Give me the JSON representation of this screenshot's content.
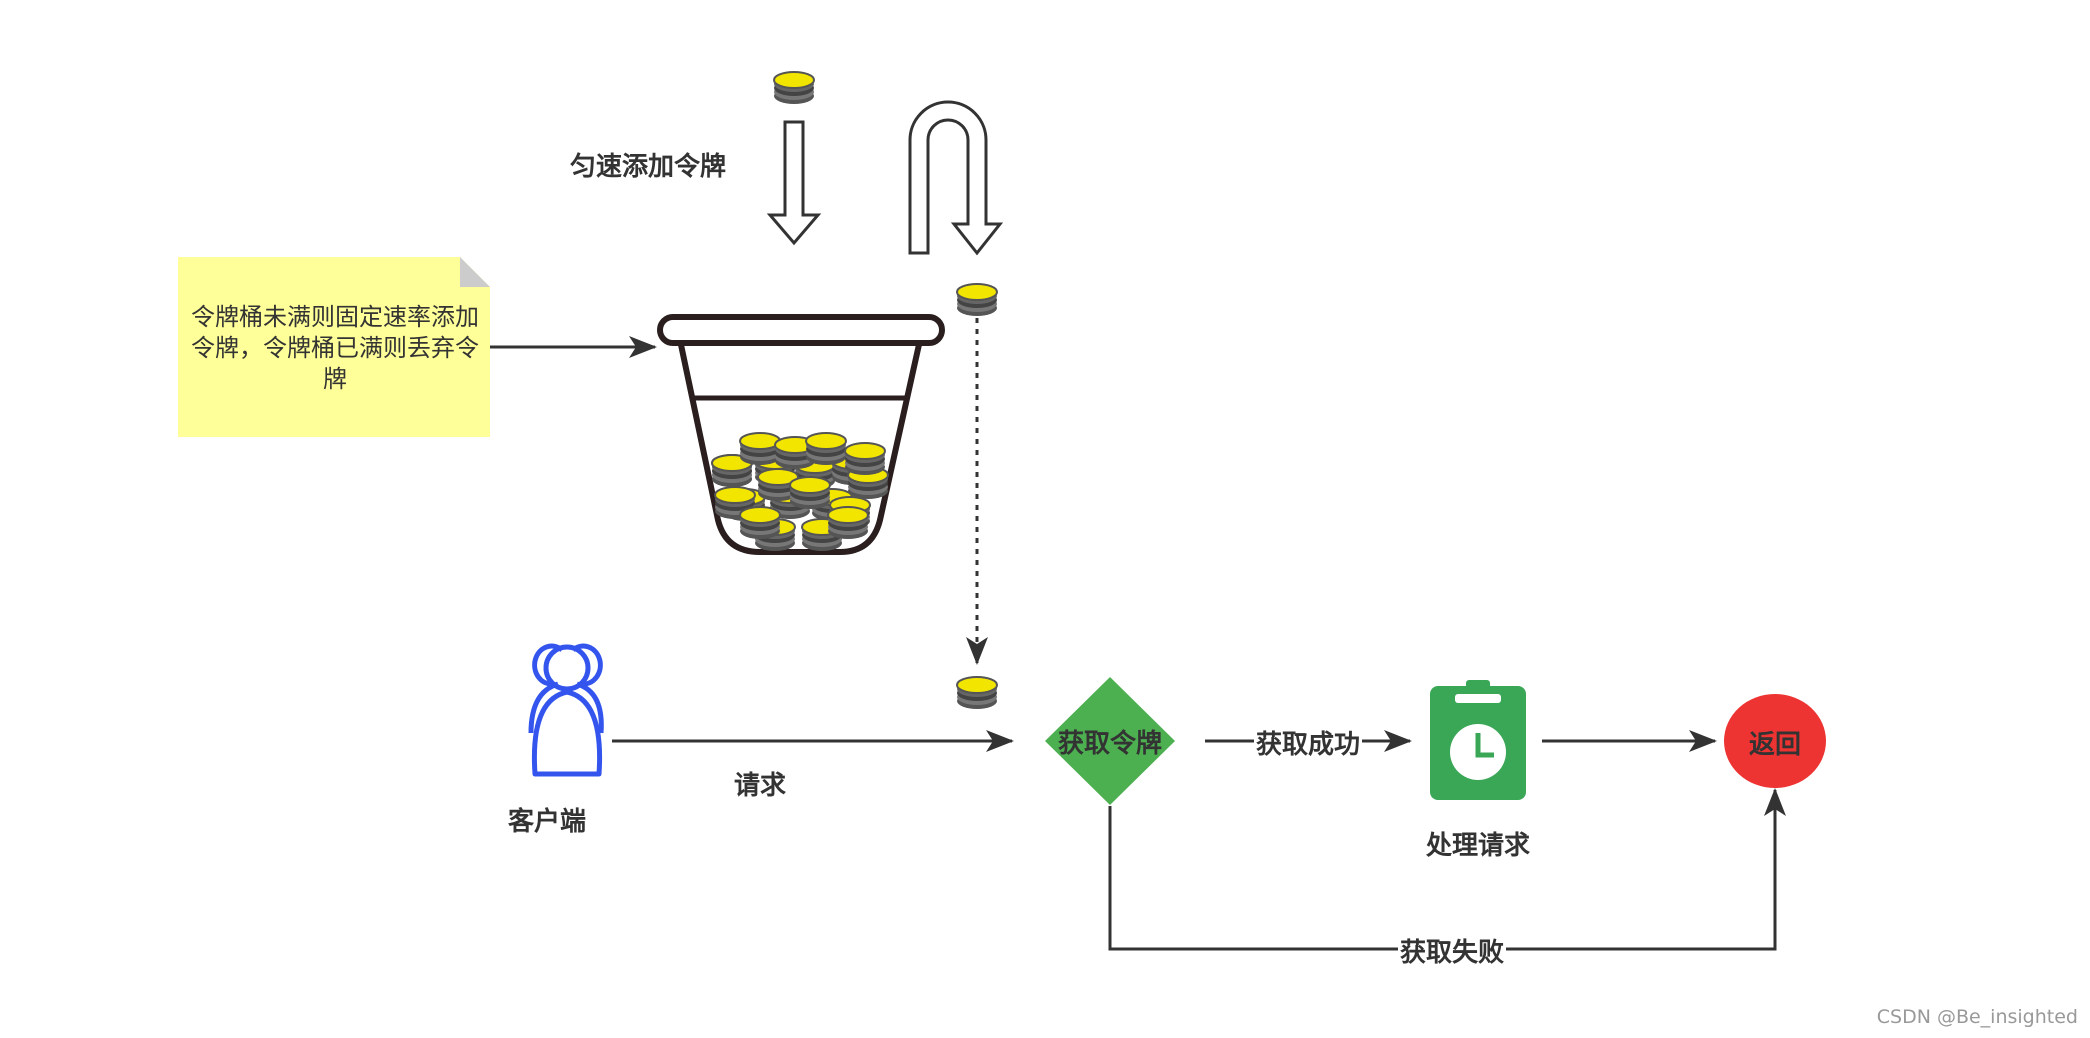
{
  "labels": {
    "add_tokens": "匀速添加令牌",
    "request": "请求",
    "client": "客户端",
    "get_token": "获取令牌",
    "get_success": "获取成功",
    "process_request": "处理请求",
    "return": "返回",
    "get_fail": "获取失败"
  },
  "note": {
    "text": "令牌桶未满则固定速率添加令牌，令牌桶已满则丢弃令牌",
    "color": "#ffff99"
  },
  "colors": {
    "diamond": "#4caf50",
    "clipboard": "#3aa757",
    "return_circle": "#ee3333",
    "users_icon": "#3355ee",
    "coin": "#f2e500",
    "line": "#333333"
  },
  "watermark": "CSDN @Be_insighted"
}
